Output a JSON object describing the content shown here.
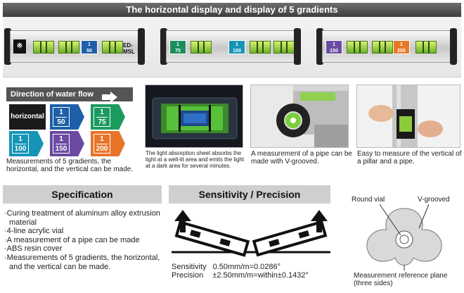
{
  "banner": {
    "title": "The horizontal display and display of 5 gradients"
  },
  "levels": [
    {
      "tags": [
        {
          "top": "",
          "bottom": "50",
          "color": "#1d5fa8"
        }
      ],
      "brand": "ED-MSL",
      "mark": "※"
    },
    {
      "tags": [
        {
          "top": "1",
          "bottom": "75",
          "color": "#1b8f5c"
        },
        {
          "top": "1",
          "bottom": "100",
          "color": "#1694b6"
        }
      ],
      "brand": ""
    },
    {
      "tags": [
        {
          "top": "1",
          "bottom": "150",
          "color": "#6b4ba1"
        },
        {
          "top": "1",
          "bottom": "200",
          "color": "#e67a24"
        }
      ],
      "brand": ""
    }
  ],
  "flow": {
    "title": "Direction of water flow",
    "horizontal_label": "horizontal",
    "gradients": [
      {
        "numerator": "1",
        "denominator": "50",
        "color": "#1d5fa8"
      },
      {
        "numerator": "1",
        "denominator": "75",
        "color": "#1b9b5e"
      },
      {
        "numerator": "1",
        "denominator": "100",
        "color": "#1694b6"
      },
      {
        "numerator": "1",
        "denominator": "150",
        "color": "#6b4ba1"
      },
      {
        "numerator": "1",
        "denominator": "200",
        "color": "#e8742a"
      }
    ],
    "caption": "Measurements of 5 gradients, the horizontal, and the vertical can be made."
  },
  "photos": {
    "vial_caption": "The light absorption sheet absorbs the light at a well-lit area and emits the light at a dark area for several minutes.",
    "pipe_caption": "A measurement of a pipe can be made with V-grooved.",
    "pillar_caption": "Easy to measure of the vertical of a pillar and a pipe."
  },
  "specification": {
    "title": "Specification",
    "items": [
      "·Curing treatment of aluminum alloy extrusion material",
      "·4-line acrylic vial",
      "·A measurement of a pipe can be made",
      "·ABS resin cover",
      "·Measurements of 5 gradients, the horizontal, and the vertical can be made."
    ]
  },
  "sensitivity": {
    "title": "Sensitivity / Precision",
    "sensitivity_label": "Sensitivity",
    "sensitivity_value": "0.50mm/m=0.0286°",
    "precision_label": "Precision",
    "precision_value": "±2.50mm/m=within±0.1432°"
  },
  "cross_section": {
    "round_vial": "Round vial",
    "v_grooved": "V-grooved",
    "reference_plane": "Measurement reference plane",
    "three_sides": "(three sides)"
  },
  "colors": {
    "banner": "#4a4a4a",
    "section_header": "#cfcfcf",
    "vial_green": "#8ccc3a"
  },
  "icons": [
    "right-arrow-icon",
    "up-arrow-icon"
  ]
}
